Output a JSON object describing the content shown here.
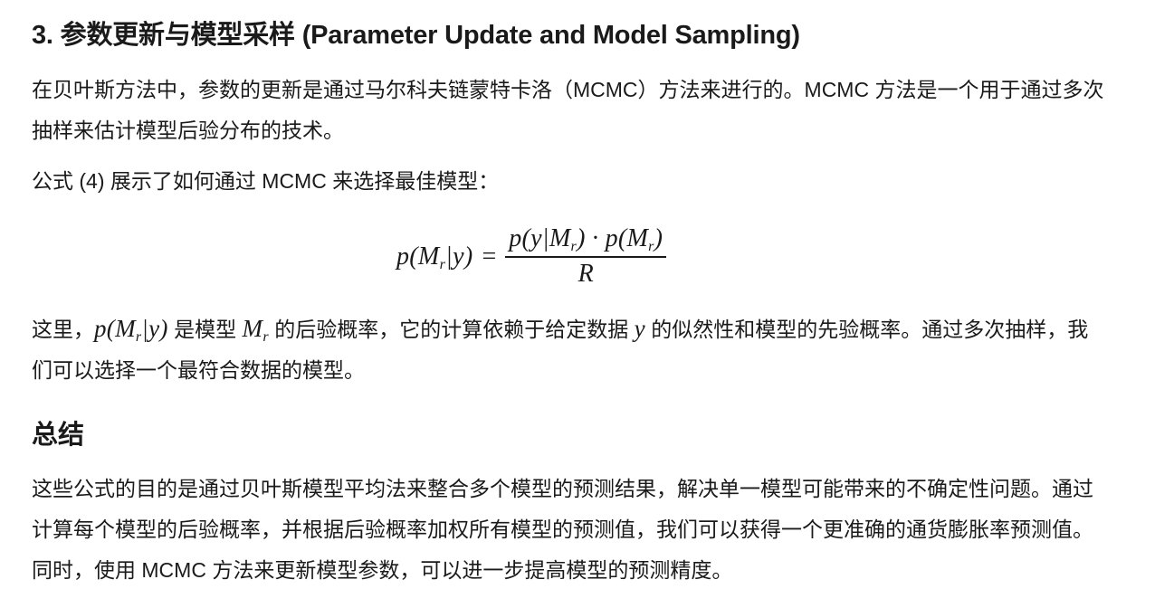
{
  "section": {
    "title": "3. 参数更新与模型采样 (Parameter Update and Model Sampling)"
  },
  "paragraphs": {
    "p1": "在贝叶斯方法中，参数的更新是通过马尔科夫链蒙特卡洛（MCMC）方法来进行的。MCMC 方法是一个用于通过多次抽样来估计模型后验分布的技术。",
    "p2": "公式 (4) 展示了如何通过 MCMC 来选择最佳模型：",
    "p3_a": "这里，",
    "p3_b": " 是模型 ",
    "p3_c": " 的后验概率，它的计算依赖于给定数据 ",
    "p3_d": " 的似然性和模型的先验概率。通过多次抽样，我们可以选择一个最符合数据的模型。"
  },
  "formula": {
    "lhs": "p(M",
    "lhs_sub": "r",
    "lhs_tail": "|y)",
    "equals": "=",
    "numerator_a": "p(y|M",
    "numerator_sub1": "r",
    "numerator_b": ") · p(M",
    "numerator_sub2": "r",
    "numerator_c": ")",
    "denominator": "R"
  },
  "inline_math": {
    "posterior_a": "p(M",
    "posterior_sub": "r",
    "posterior_b": "|y)",
    "model": "M",
    "model_sub": "r",
    "data": "y"
  },
  "summary": {
    "title": "总结",
    "text": "这些公式的目的是通过贝叶斯模型平均法来整合多个模型的预测结果，解决单一模型可能带来的不确定性问题。通过计算每个模型的后验概率，并根据后验概率加权所有模型的预测值，我们可以获得一个更准确的通货膨胀率预测值。同时，使用 MCMC 方法来更新模型参数，可以进一步提高模型的预测精度。"
  }
}
